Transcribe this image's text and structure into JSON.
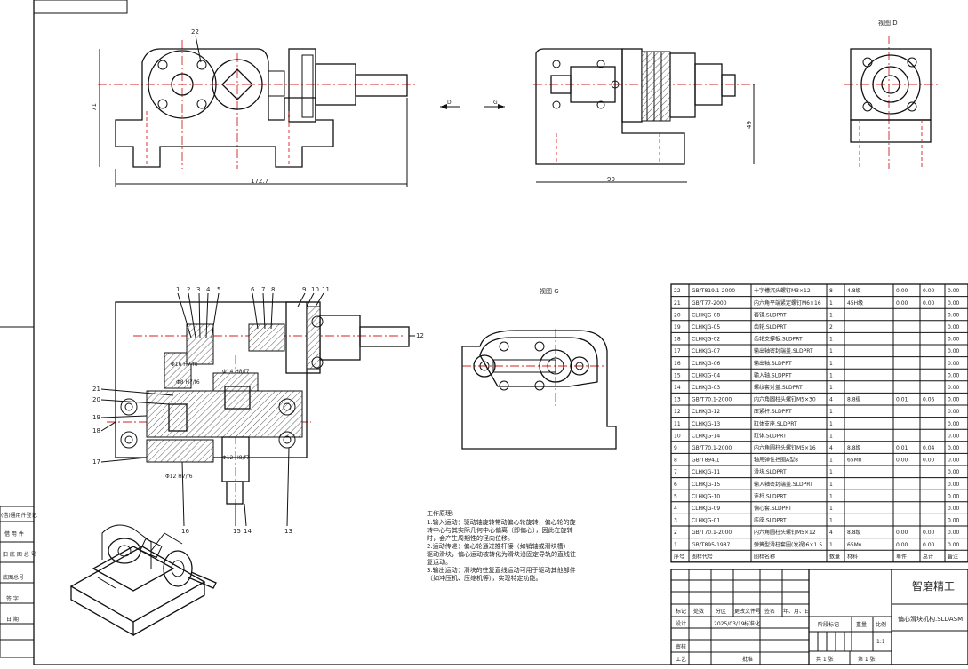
{
  "views": {
    "view_d_label": "视图 D",
    "view_g_label": "视图 G",
    "front_callout": "22",
    "dim_front_width": "172.7",
    "dim_front_height": "71",
    "dim_side_width": "90",
    "dim_side_height": "49",
    "arrow_d": "D",
    "arrow_g": "G"
  },
  "section_view": {
    "balloons_top": [
      "1",
      "2",
      "3",
      "4",
      "5",
      "6",
      "7",
      "8",
      "9",
      "10",
      "11"
    ],
    "balloons_left": [
      "21",
      "20",
      "19",
      "18",
      "17"
    ],
    "balloons_bottom": [
      "16",
      "15",
      "14",
      "13"
    ],
    "balloon_right": "12",
    "fits": [
      "Φ16 H7/f6",
      "Φ14 H8/f7",
      "Φ12 H8/f7",
      "Φ8 H7/f6",
      "Φ12 H7/f6"
    ]
  },
  "notes": {
    "heading": "工作原理:",
    "lines": [
      "1.输入运动：驱动轴旋转带动偏心轮旋转，偏心轮的旋",
      "转中心与其实际几何中心偏离（即偏心），因此在旋转",
      "时，会产生周期性的径向位移。",
      "2.运动传递：偏心轮通过推杆接（如销轴或滑块槽）",
      "驱动滑块，偏心运动被转化为滑块沿固定导轨的直线往",
      "复运动。",
      "3.输出运动：滑块的往复直线运动可用于驱动其他部件",
      "（如冲压机、压缩机等），实现特定功能。"
    ]
  },
  "bom": {
    "rows": [
      {
        "no": "22",
        "code": "GB/T819.1-2000",
        "name": "十字槽沉头螺钉M3×12",
        "qty": "8",
        "mat": "4.8级",
        "w1": "0.00",
        "w2": "0.00",
        "w3": "0.00"
      },
      {
        "no": "21",
        "code": "GB/T77-2000",
        "name": "内六角平端紧定螺钉M6×16",
        "qty": "1",
        "mat": "45H级",
        "w1": "0.00",
        "w2": "0.00",
        "w3": "0.00"
      },
      {
        "no": "20",
        "code": "CLHKJG-08",
        "name": "套镜.SLDPRT",
        "qty": "1",
        "mat": "",
        "w1": "",
        "w2": "",
        "w3": "0.00"
      },
      {
        "no": "19",
        "code": "CLHKJG-05",
        "name": "齿轮.SLDPRT",
        "qty": "2",
        "mat": "",
        "w1": "",
        "w2": "",
        "w3": "0.00"
      },
      {
        "no": "18",
        "code": "CLHKJG-02",
        "name": "齿轮支撑板.SLDPRT",
        "qty": "1",
        "mat": "",
        "w1": "",
        "w2": "",
        "w3": "0.00"
      },
      {
        "no": "17",
        "code": "CLHKJG-07",
        "name": "输出轴密封端盖.SLDPRT",
        "qty": "1",
        "mat": "",
        "w1": "",
        "w2": "",
        "w3": "0.00"
      },
      {
        "no": "16",
        "code": "CLHKJG-06",
        "name": "输出轴.SLDPRT",
        "qty": "1",
        "mat": "",
        "w1": "",
        "w2": "",
        "w3": "0.00"
      },
      {
        "no": "15",
        "code": "CLHKJG-04",
        "name": "输入轴.SLDPRT",
        "qty": "1",
        "mat": "",
        "w1": "",
        "w2": "",
        "w3": "0.00"
      },
      {
        "no": "14",
        "code": "CLHKJG-03",
        "name": "螺纹套对盖.SLDPRT",
        "qty": "1",
        "mat": "",
        "w1": "",
        "w2": "",
        "w3": "0.00"
      },
      {
        "no": "13",
        "code": "GB/T70.1-2000",
        "name": "内六角圆柱头螺钉M5×30",
        "qty": "4",
        "mat": "8.8级",
        "w1": "0.01",
        "w2": "0.06",
        "w3": "0.00"
      },
      {
        "no": "12",
        "code": "CLHKJG-12",
        "name": "压紧杆.SLDPRT",
        "qty": "1",
        "mat": "",
        "w1": "",
        "w2": "",
        "w3": "0.00"
      },
      {
        "no": "11",
        "code": "CLHKJG-13",
        "name": "缸体支座.SLDPRT",
        "qty": "1",
        "mat": "",
        "w1": "",
        "w2": "",
        "w3": "0.00"
      },
      {
        "no": "10",
        "code": "CLHKJG-14",
        "name": "缸体.SLDPRT",
        "qty": "1",
        "mat": "",
        "w1": "",
        "w2": "",
        "w3": "0.00"
      },
      {
        "no": "9",
        "code": "GB/T70.1-2000",
        "name": "内六角圆柱头螺钉M5×16",
        "qty": "4",
        "mat": "8.8级",
        "w1": "0.01",
        "w2": "0.04",
        "w3": "0.00"
      },
      {
        "no": "8",
        "code": "GB/T894.1",
        "name": "轴用弹性挡圈A型8",
        "qty": "1",
        "mat": "65Mn",
        "w1": "0.00",
        "w2": "0.00",
        "w3": "0.00"
      },
      {
        "no": "7",
        "code": "CLHKJG-11",
        "name": "滑块.SLDPRT",
        "qty": "1",
        "mat": "",
        "w1": "",
        "w2": "",
        "w3": "0.00"
      },
      {
        "no": "6",
        "code": "CLHKJG-15",
        "name": "输入轴密封端盖.SLDPRT",
        "qty": "1",
        "mat": "",
        "w1": "",
        "w2": "",
        "w3": "0.00"
      },
      {
        "no": "5",
        "code": "CLHKJG-10",
        "name": "连杆.SLDPRT",
        "qty": "1",
        "mat": "",
        "w1": "",
        "w2": "",
        "w3": "0.00"
      },
      {
        "no": "4",
        "code": "CLHKJG-09",
        "name": "偏心套.SLDPRT",
        "qty": "1",
        "mat": "",
        "w1": "",
        "w2": "",
        "w3": "0.00"
      },
      {
        "no": "3",
        "code": "CLHKJG-01",
        "name": "底座.SLDPRT",
        "qty": "1",
        "mat": "",
        "w1": "",
        "w2": "",
        "w3": "0.00"
      },
      {
        "no": "2",
        "code": "GB/T70.1-2000",
        "name": "内六角圆柱头螺钉M5×12",
        "qty": "4",
        "mat": "8.8级",
        "w1": "0.00",
        "w2": "0.00",
        "w3": "0.00"
      },
      {
        "no": "1",
        "code": "GB/T895-1987",
        "name": "弹簧型滑柱套圈(发视)6×1.5",
        "qty": "1",
        "mat": "65Mn",
        "w1": "0.00",
        "w2": "0.00",
        "w3": "0.00"
      }
    ],
    "header": {
      "no": "序号",
      "code": "图样代号",
      "name": "图样名称",
      "qty": "数量",
      "mat": "材料",
      "w1": "单件",
      "w2": "总计",
      "w3": "备注"
    }
  },
  "title_block": {
    "company": "智磨精工",
    "drawing_name": "偏心滑块机构.SLDASM",
    "stage_label": "阶段标记",
    "weight_label": "重量",
    "scale_label": "比例",
    "scale_value": "1:1",
    "sheet_label": "共 1 张",
    "sheet_of": "第 1 张",
    "rev_cols": [
      "标记",
      "处数",
      "分区",
      "更改文件号",
      "签名",
      "年、月、日"
    ],
    "designer_label": "设计",
    "date_value": "2025/03/19",
    "std_label": "标准化",
    "checker_label": "审核",
    "process_label": "工艺",
    "approve_label": "批准"
  },
  "left_strip": {
    "items": [
      "(借)通用件登记",
      "借 用 件",
      "旧 底 图 总 号",
      "底图总号",
      "签 字",
      "日 期"
    ]
  }
}
